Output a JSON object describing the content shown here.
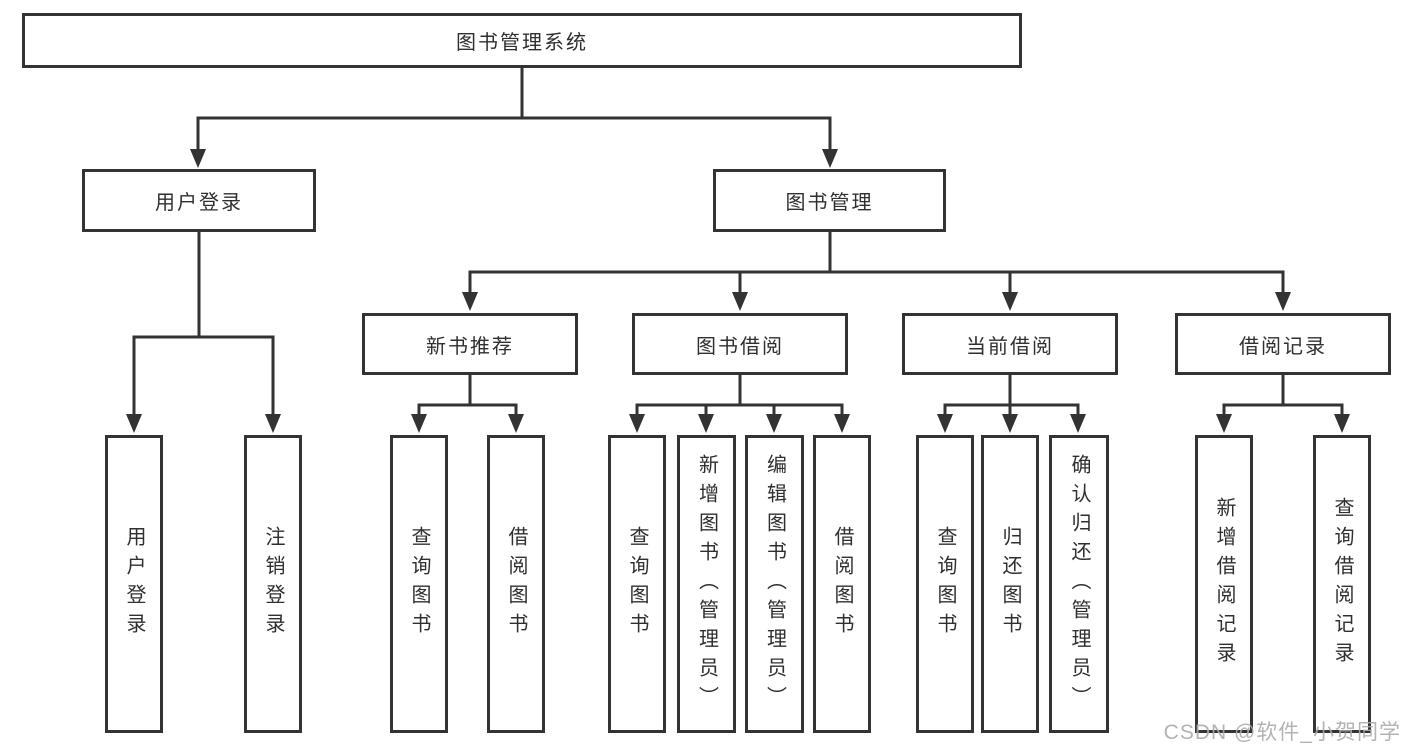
{
  "tree": {
    "label": "图书管理系统",
    "children": [
      {
        "label": "用户登录",
        "children": [
          {
            "label": "用户登录"
          },
          {
            "label": "注销登录"
          }
        ]
      },
      {
        "label": "图书管理",
        "children": [
          {
            "label": "新书推荐",
            "children": [
              {
                "label": "查询图书"
              },
              {
                "label": "借阅图书"
              }
            ]
          },
          {
            "label": "图书借阅",
            "children": [
              {
                "label": "查询图书"
              },
              {
                "label": "新增图书（管理员）"
              },
              {
                "label": "编辑图书（管理员）"
              },
              {
                "label": "借阅图书"
              }
            ]
          },
          {
            "label": "当前借阅",
            "children": [
              {
                "label": "查询图书"
              },
              {
                "label": "归还图书"
              },
              {
                "label": "确认归还（管理员）"
              }
            ]
          },
          {
            "label": "借阅记录",
            "children": [
              {
                "label": "新增借阅记录"
              },
              {
                "label": "查询借阅记录"
              }
            ]
          }
        ]
      }
    ]
  },
  "watermark": {
    "text": "CSDN @软件_小贺同学"
  },
  "colors": {
    "line": "#333333",
    "box_border": "#333333",
    "text": "#2f2f2f",
    "background": "#ffffff",
    "watermark": "#ababab"
  }
}
